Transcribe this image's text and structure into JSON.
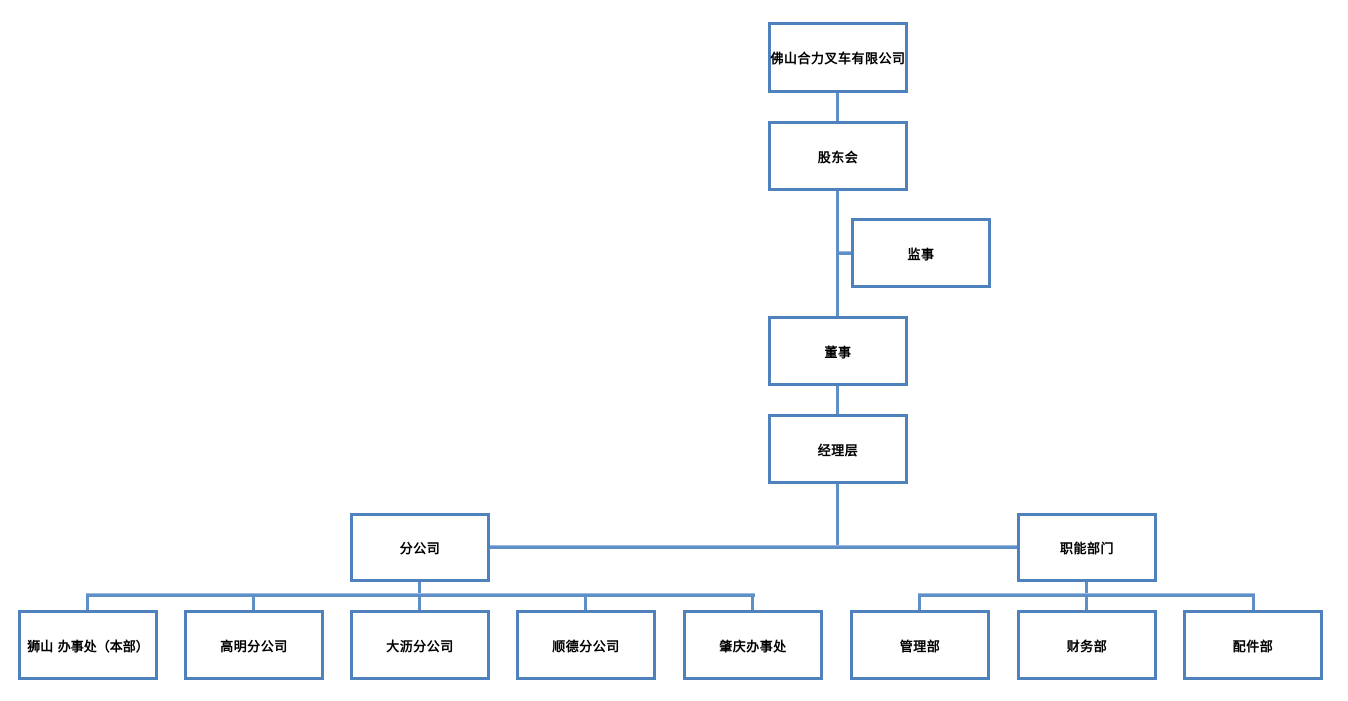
{
  "chart": {
    "type": "org-chart",
    "colors": {
      "box_border": "#4F81BD",
      "connector": "#5E8FC6",
      "text": "#000000",
      "background": "#FFFFFF"
    },
    "nodes": {
      "company": "佛山合力叉车有限公司",
      "shareholders": "股东会",
      "supervisor": "监事",
      "director": "董事",
      "management": "经理层",
      "branches": "分公司",
      "functional": "职能部门",
      "shishan": "狮山 办事处（本部）",
      "gaoming": "高明分公司",
      "dali": "大沥分公司",
      "shunde": "顺德分公司",
      "zhaoqing": "肇庆办事处",
      "admin": "管理部",
      "finance": "财务部",
      "parts": "配件部"
    },
    "edges": [
      "company -> shareholders",
      "shareholders -> supervisor",
      "shareholders -> director",
      "director -> management",
      "management -> branches",
      "management -> functional",
      "branches -> shishan",
      "branches -> gaoming",
      "branches -> dali",
      "branches -> shunde",
      "branches -> zhaoqing",
      "functional -> admin",
      "functional -> finance",
      "functional -> parts"
    ]
  }
}
